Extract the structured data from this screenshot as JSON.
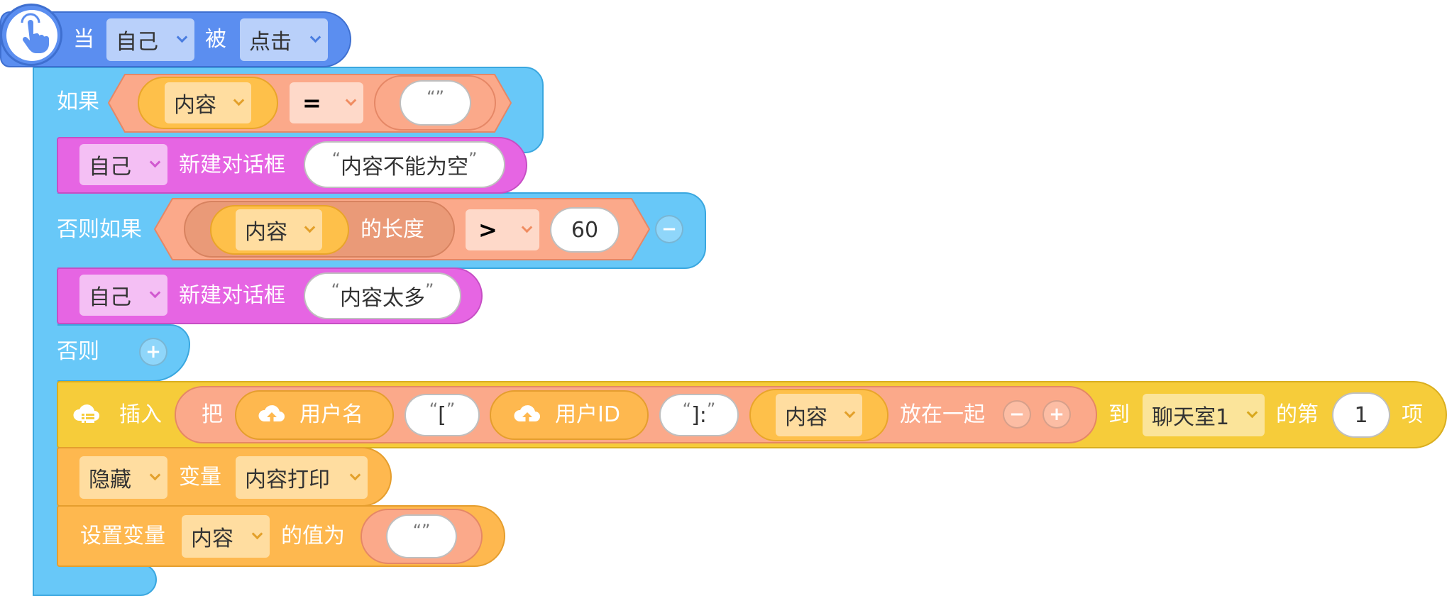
{
  "event": {
    "when": "当",
    "target": "自己",
    "be": "被",
    "action": "点击"
  },
  "if_block": {
    "label": "如果",
    "var": "内容",
    "op": "=",
    "value_text": ""
  },
  "dialog1": {
    "target": "自己",
    "label": "新建对话框",
    "text": "内容不能为空"
  },
  "elseif_block": {
    "label": "否则如果",
    "var": "内容",
    "of_length": "的长度",
    "op": ">",
    "value": "60",
    "minus": "−"
  },
  "dialog2": {
    "target": "自己",
    "label": "新建对话框",
    "text": "内容太多"
  },
  "else_block": {
    "label": "否则",
    "plus": "+"
  },
  "insert_block": {
    "label": "插入",
    "put": "把",
    "username": "用户名",
    "bracket_open": "[",
    "userid": "用户ID",
    "bracket_close": "]:",
    "content": "内容",
    "join": "放在一起",
    "minus": "−",
    "plus": "+",
    "to": "到",
    "list": "聊天室1",
    "the": "的第",
    "index": "1",
    "item": "项"
  },
  "hide_block": {
    "action": "隐藏",
    "label": "变量",
    "var": "内容打印"
  },
  "set_block": {
    "label": "设置变量",
    "var": "内容",
    "value_label": "的值为",
    "value_text": ""
  },
  "colors": {
    "event": "#5b8ef0",
    "control": "#68c8f8",
    "operator": "#fba98a",
    "variable": "#fec04a",
    "look": "#e665e3",
    "cloud": "#f6cc3a"
  },
  "icons": {
    "event": "hand-pointer-icon",
    "insert": "cloud-list-icon",
    "cloud_var": "cloud-upload-icon"
  }
}
